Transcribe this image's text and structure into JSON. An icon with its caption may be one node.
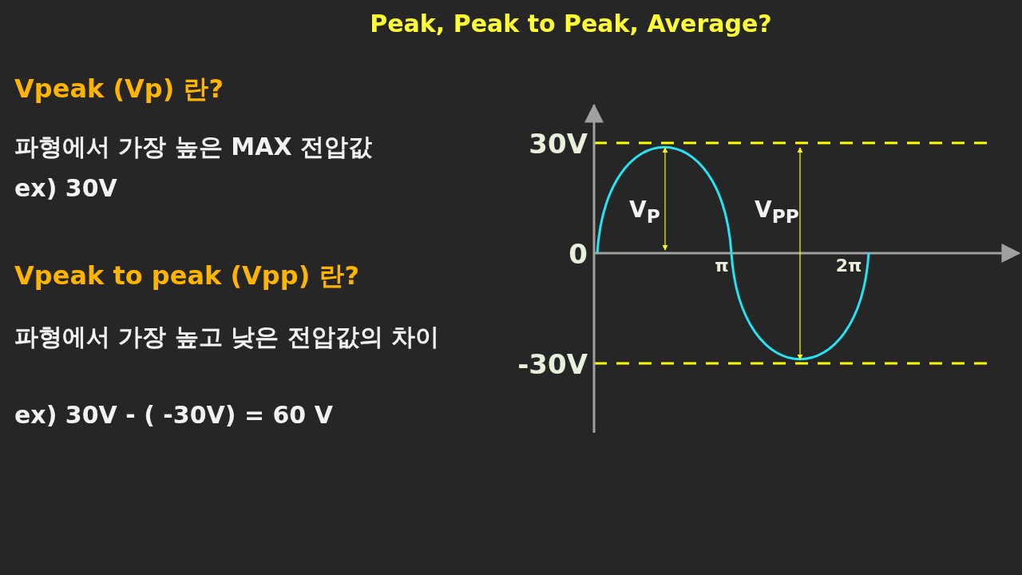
{
  "diagram": {
    "title": "Peak, Peak to Peak, Average?",
    "labels": [
      "Vpeak (Vp) 란?",
      "파형에서 가장 높은 MAX 전압값",
      "ex) 30V",
      "Vpeak to peak (Vpp) 란?",
      "파형에서 가장 높고 낮은 전압값의 차이",
      "ex) 30V - ( -30V) = 60 V",
      "30V",
      "0",
      "-30V",
      "π",
      "2π",
      "V$_{P}$",
      "V$_{PP}$"
    ]
  }
}
